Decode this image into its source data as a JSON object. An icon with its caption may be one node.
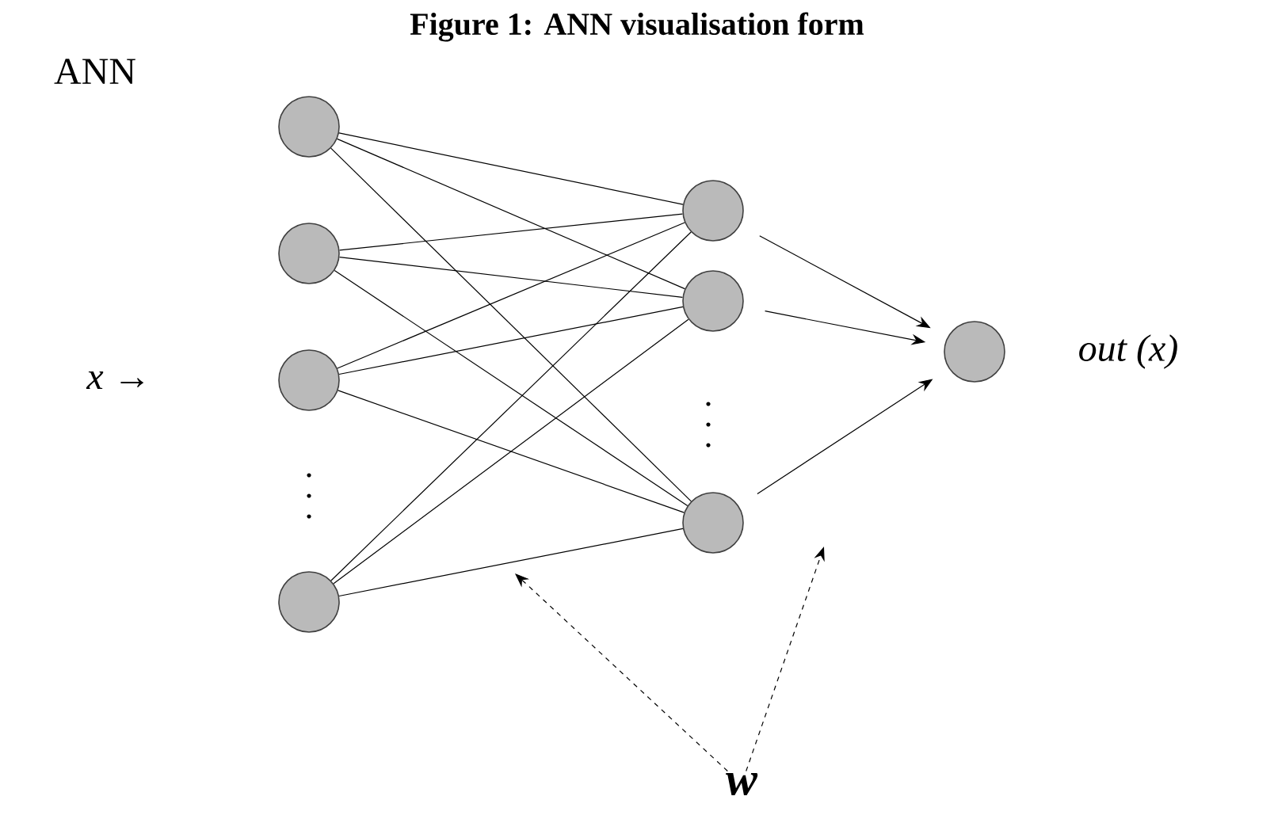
{
  "diagram": {
    "title": "Figure 1: ANN visualisation form",
    "nodes": [
      {
        "text": [],
        "shape": "circle"
      },
      {
        "text": [],
        "shape": "circle"
      },
      {
        "text": [],
        "shape": "circle"
      },
      {
        "text": [],
        "shape": "circle"
      },
      {
        "text": [],
        "shape": "circle"
      },
      {
        "text": [],
        "shape": "circle"
      },
      {
        "text": [],
        "shape": "circle"
      },
      {
        "text": [],
        "shape": "circle"
      },
      {
        "text": [
          "w"
        ]
      }
    ],
    "edges": [
      {
        "from": 0,
        "to": 4,
        "arrow": "none"
      },
      {
        "from": 0,
        "to": 5,
        "arrow": "none"
      },
      {
        "from": 0,
        "to": 6,
        "arrow": "none"
      },
      {
        "from": 1,
        "to": 4,
        "arrow": "none"
      },
      {
        "from": 1,
        "to": 5,
        "arrow": "none"
      },
      {
        "from": 1,
        "to": 6,
        "arrow": "none"
      },
      {
        "from": 2,
        "to": 4,
        "arrow": "none"
      },
      {
        "from": 2,
        "to": 5,
        "arrow": "none"
      },
      {
        "from": 2,
        "to": 6,
        "arrow": "none"
      },
      {
        "from": 3,
        "to": 4,
        "arrow": "none"
      },
      {
        "from": 3,
        "to": 5,
        "arrow": "none"
      },
      {
        "from": 3,
        "to": 6,
        "arrow": "none"
      },
      {
        "from": 4,
        "to": 7,
        "arrow": "to"
      },
      {
        "from": 5,
        "to": 7,
        "arrow": "to"
      },
      {
        "from": 6,
        "to": 7,
        "arrow": "to"
      },
      {
        "from": 8,
        "to": null,
        "arrow": "to",
        "style": "dashed"
      },
      {
        "from": 8,
        "to": null,
        "arrow": "to",
        "style": "dashed"
      }
    ],
    "labels": [
      "ANN",
      "*x* →",
      "out (x)"
    ]
  }
}
